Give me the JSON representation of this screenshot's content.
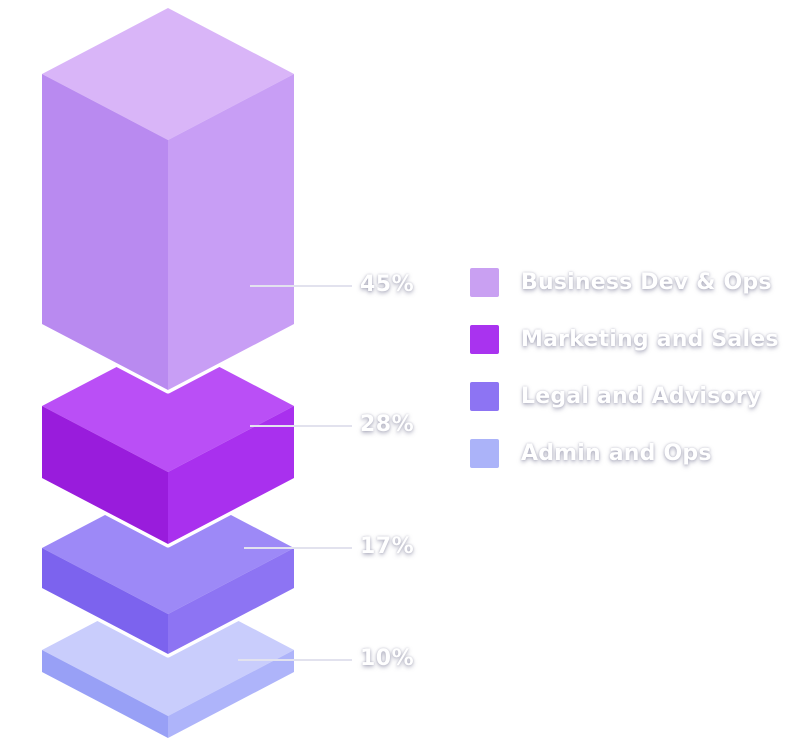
{
  "chart_data": {
    "type": "bar",
    "variant": "isometric-3d-stacked-column",
    "title": "",
    "unit": "%",
    "categories": [
      "Business Dev & Ops",
      "Marketing and Sales",
      "Legal and Advisory",
      "Admin and Ops"
    ],
    "values": [
      45,
      28,
      17,
      10
    ],
    "blocks": [
      {
        "category": "Business Dev & Ops",
        "value": 45,
        "label": "45%",
        "faces": {
          "top": "#d9b5f8",
          "left": "#b98af0",
          "right": "#c89ef5"
        }
      },
      {
        "category": "Marketing and Sales",
        "value": 28,
        "label": "28%",
        "faces": {
          "top": "#ba4ff6",
          "left": "#991cdc",
          "right": "#a930ee"
        }
      },
      {
        "category": "Legal and Advisory",
        "value": 17,
        "label": "17%",
        "faces": {
          "top": "#9d89f7",
          "left": "#7c63ee",
          "right": "#8d74f3"
        }
      },
      {
        "category": "Admin and Ops",
        "value": 10,
        "label": "10%",
        "faces": {
          "top": "#c9cdfc",
          "left": "#98a0f6",
          "right": "#aeb4fa"
        }
      }
    ],
    "legend_position": "right",
    "background": "#ffffff",
    "leader_line_color": "#e2e2ee",
    "label_text_color": "#ffffff"
  },
  "legend": {
    "items": [
      {
        "label": "Business Dev & Ops",
        "color": "#c9a0f2"
      },
      {
        "label": "Marketing and Sales",
        "color": "#a933ef"
      },
      {
        "label": "Legal and Advisory",
        "color": "#8d74f3"
      },
      {
        "label": "Admin and Ops",
        "color": "#abb3f9"
      }
    ]
  }
}
